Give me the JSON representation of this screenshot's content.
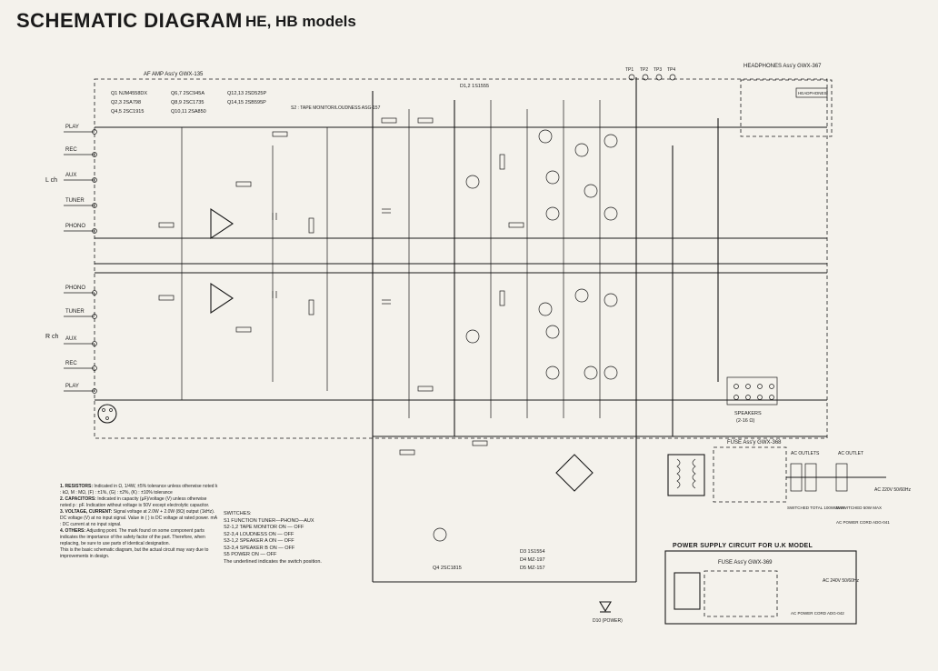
{
  "title": "SCHEMATIC DIAGRAM",
  "subtitle": "HE, HB models",
  "af_amp": "AF AMP Ass'y   GWX-135",
  "transistors": [
    "Q1  NJM4558DX",
    "Q2,3  2SA798",
    "Q4,5  2SC1915",
    "Q6,7  2SC945A",
    "Q8,9  2SC1735",
    "Q10,11  2SA850",
    "Q12,13  2SD525P",
    "Q14,15  2SB595P"
  ],
  "switch_label": "S2 : TAPE MONITOR/LOUDNESS  ASG-157",
  "diode_label": "D1,2  1S1555",
  "left_inputs": [
    "PLAY",
    "REC",
    "AUX",
    "TUNER",
    "PHONO",
    "PHONO",
    "TUNER",
    "AUX",
    "REC",
    "PLAY"
  ],
  "ch_labels": [
    "L ch",
    "R ch"
  ],
  "tp_labels": [
    "TP1",
    "TP2",
    "TP3",
    "TP4"
  ],
  "headphones": "HEADPHONES Ass'y  GWX-367",
  "headphones_jack": "HEADPHONES",
  "speakers": "SPEAKERS",
  "speakers_ohm": "(2-16 Ω)",
  "fuse_assy": "FUSE Ass'y  GWX-368",
  "ac_outlets": "AC OUTLETS",
  "ac_outlet": "AC OUTLET",
  "switched": "SWITCHED  TOTAL 100W MAX",
  "unswitched": "UNSWITCHED  50W MAX",
  "ac_power_cord": "AC POWER CORD  ADG-041",
  "ac_220": "AC 220V  50/60Hz",
  "psu_uk_title": "POWER SUPPLY CIRCUIT FOR U.K MODEL",
  "psu_uk_fuse": "FUSE Ass'y  GWX-369",
  "ac_240": "AC 240V  50/60Hz",
  "ac_power_cord_uk": "AC POWER CORD  ADG-042",
  "d_labels": [
    "D3  1S1554",
    "D4  MZ-197",
    "D5  MZ-157"
  ],
  "q_label": "Q4  2SC1815",
  "power_led": "D10 (POWER)",
  "notes": [
    {
      "h": "1. RESISTORS:",
      "t": "Indicated in Ω, 1/4W, ±5% tolerance unless otherwise noted k : kΩ, M : MΩ, (F) : ±1%, (G) : ±2%, (K) : ±10% tolerance"
    },
    {
      "h": "2. CAPACITORS:",
      "t": "Indicated in capacity (µF)/voltage (V) unless otherwise noted p : pF. Indication without voltage is 50V except electrolytic capacitor."
    },
    {
      "h": "3. VOLTAGE, CURRENT:",
      "t": "Signal voltage at 2.0W + 2.0W (8Ω) output (1kHz). DC voltage (V) at no input signal. Value in ( ) is DC voltage at rated power. mA : DC current at no input signal."
    },
    {
      "h": "4. OTHERS:",
      "t": "Adjusting point. The mark found on some component parts indicates the importance of the safety factor of the part. Therefore, when replacing, be sure to use parts of identical designation."
    },
    {
      "h": "",
      "t": "This is the basic schematic diagram, but the actual circuit may vary due to improvements in design."
    }
  ],
  "switches_head": "SWITCHES:",
  "switches": [
    "S1     FUNCTION  TUNER—PHONO—AUX",
    "S2-1,2  TAPE MONITOR   ON — OFF",
    "S2-3,4  LOUDNESS    ON — OFF",
    "S3-1,2  SPEAKER A    ON — OFF",
    "S3-3,4  SPEAKER B    ON — OFF",
    "S5     POWER    ON — OFF",
    "The underlined indicates the switch position."
  ]
}
